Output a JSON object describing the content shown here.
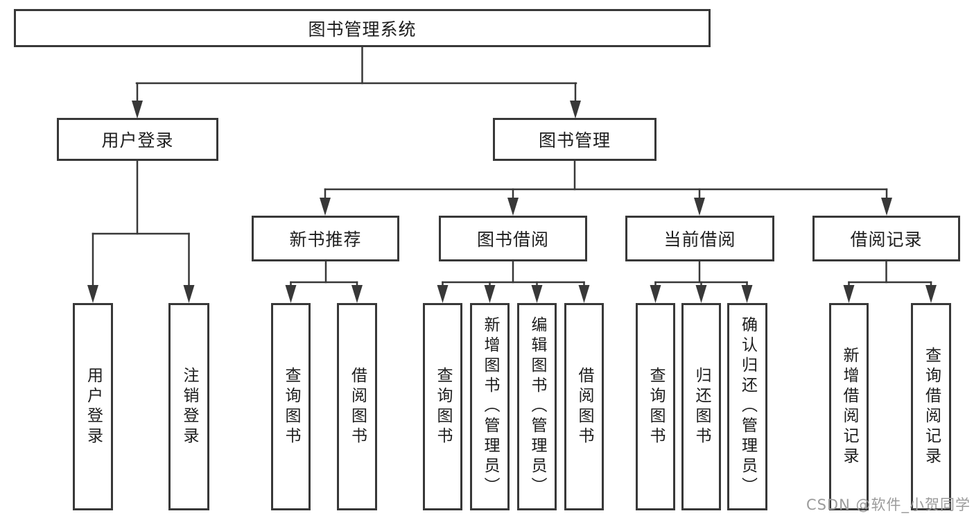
{
  "diagram": {
    "root": {
      "label": "图书管理系统"
    },
    "level2": [
      {
        "label": "用户登录"
      },
      {
        "label": "图书管理"
      }
    ],
    "level3": [
      {
        "label": "新书推荐"
      },
      {
        "label": "图书借阅"
      },
      {
        "label": "当前借阅"
      },
      {
        "label": "借阅记录"
      }
    ],
    "leaves": {
      "login": [
        {
          "label": "用户登录"
        },
        {
          "label": "注销登录"
        }
      ],
      "recommend": [
        {
          "label": "查询图书"
        },
        {
          "label": "借阅图书"
        }
      ],
      "borrow": [
        {
          "label": "查询图书"
        },
        {
          "label": "新增图书（管理员）"
        },
        {
          "label": "编辑图书（管理员）"
        },
        {
          "label": "借阅图书"
        }
      ],
      "current": [
        {
          "label": "查询图书"
        },
        {
          "label": "归还图书"
        },
        {
          "label": "确认归还（管理员）"
        }
      ],
      "records": [
        {
          "label": "新增借阅记录"
        },
        {
          "label": "查询借阅记录"
        }
      ]
    }
  },
  "watermark": {
    "text": "CSDN @软件_小贺同学"
  },
  "colors": {
    "line": "#383838",
    "text": "#1d1d1d",
    "box_background": "#ffffff",
    "watermark": "#9b9b9b",
    "page_background": "#ffffff"
  }
}
